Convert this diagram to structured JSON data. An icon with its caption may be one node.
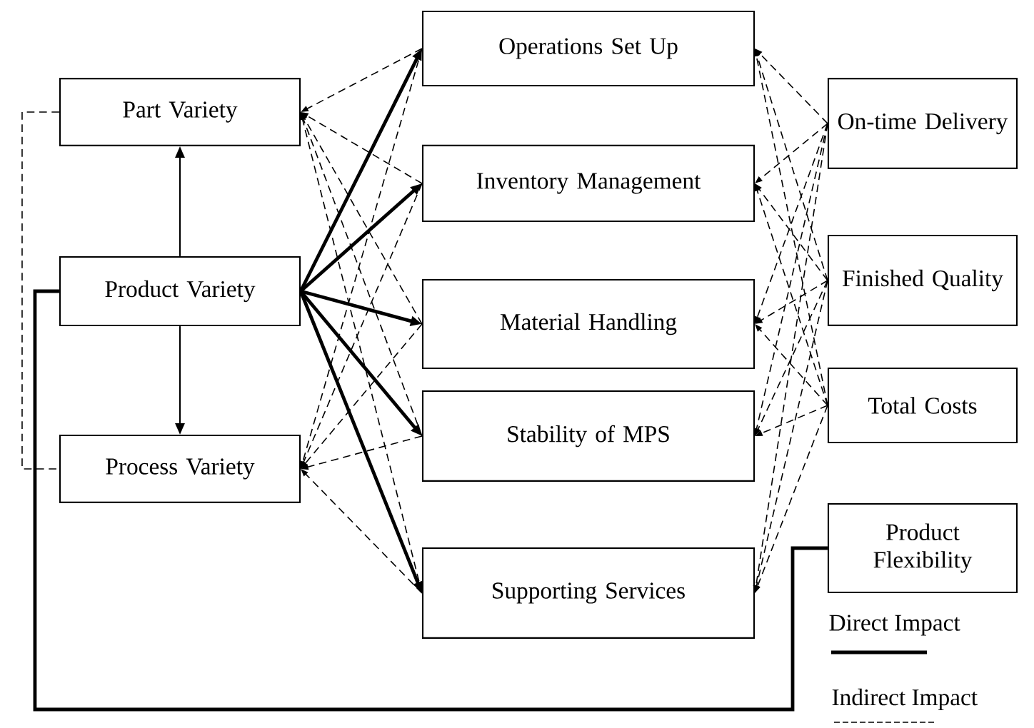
{
  "diagram": {
    "nodes": [
      {
        "text": [
          "Part Variety"
        ]
      },
      {
        "text": [
          "Product Variety"
        ]
      },
      {
        "text": [
          "Process Variety"
        ]
      },
      {
        "text": [
          "Operations Set Up"
        ]
      },
      {
        "text": [
          "Inventory Management"
        ]
      },
      {
        "text": [
          "Material Handling"
        ]
      },
      {
        "text": [
          "Stability of MPS"
        ]
      },
      {
        "text": [
          "Supporting Services"
        ]
      },
      {
        "text": [
          "On-time Delivery"
        ]
      },
      {
        "text": [
          "Finished Quality"
        ]
      },
      {
        "text": [
          "Total Costs"
        ]
      },
      {
        "text": [
          "Product Flexibility"
        ]
      }
    ],
    "edges": [
      {
        "from": 1,
        "to": 0,
        "arrow": "to"
      },
      {
        "from": 1,
        "to": 2,
        "arrow": "to"
      },
      {
        "from": 0,
        "to": 2,
        "arrow": "none",
        "style": "dashed"
      },
      {
        "from": 1,
        "to": 3,
        "arrow": "to",
        "style": "thick"
      },
      {
        "from": 1,
        "to": 4,
        "arrow": "to",
        "style": "thick"
      },
      {
        "from": 1,
        "to": 5,
        "arrow": "to",
        "style": "thick"
      },
      {
        "from": 1,
        "to": 6,
        "arrow": "to",
        "style": "thick"
      },
      {
        "from": 1,
        "to": 7,
        "arrow": "to",
        "style": "thick"
      },
      {
        "from": 1,
        "to": 11,
        "arrow": "none",
        "style": "thick"
      },
      {
        "from": 3,
        "to": 0,
        "arrow": "to",
        "style": "dashed"
      },
      {
        "from": 4,
        "to": 0,
        "arrow": "to",
        "style": "dashed"
      },
      {
        "from": 5,
        "to": 0,
        "arrow": "to",
        "style": "dashed"
      },
      {
        "from": 6,
        "to": 0,
        "arrow": "to",
        "style": "dashed"
      },
      {
        "from": 7,
        "to": 0,
        "arrow": "to",
        "style": "dashed"
      },
      {
        "from": 3,
        "to": 2,
        "arrow": "to",
        "style": "dashed"
      },
      {
        "from": 4,
        "to": 2,
        "arrow": "to",
        "style": "dashed"
      },
      {
        "from": 5,
        "to": 2,
        "arrow": "to",
        "style": "dashed"
      },
      {
        "from": 6,
        "to": 2,
        "arrow": "to",
        "style": "dashed"
      },
      {
        "from": 7,
        "to": 2,
        "arrow": "to",
        "style": "dashed"
      },
      {
        "from": 8,
        "to": 3,
        "arrow": "to",
        "style": "dashed"
      },
      {
        "from": 8,
        "to": 4,
        "arrow": "to",
        "style": "dashed"
      },
      {
        "from": 8,
        "to": 5,
        "arrow": "to",
        "style": "dashed"
      },
      {
        "from": 8,
        "to": 6,
        "arrow": "to",
        "style": "dashed"
      },
      {
        "from": 8,
        "to": 7,
        "arrow": "to",
        "style": "dashed"
      },
      {
        "from": 9,
        "to": 3,
        "arrow": "to",
        "style": "dashed"
      },
      {
        "from": 9,
        "to": 4,
        "arrow": "to",
        "style": "dashed"
      },
      {
        "from": 9,
        "to": 5,
        "arrow": "to",
        "style": "dashed"
      },
      {
        "from": 9,
        "to": 6,
        "arrow": "to",
        "style": "dashed"
      },
      {
        "from": 9,
        "to": 7,
        "arrow": "to",
        "style": "dashed"
      },
      {
        "from": 10,
        "to": 3,
        "arrow": "to",
        "style": "dashed"
      },
      {
        "from": 10,
        "to": 4,
        "arrow": "to",
        "style": "dashed"
      },
      {
        "from": 10,
        "to": 5,
        "arrow": "to",
        "style": "dashed"
      },
      {
        "from": 10,
        "to": 6,
        "arrow": "to",
        "style": "dashed"
      },
      {
        "from": 10,
        "to": 7,
        "arrow": "to",
        "style": "dashed"
      }
    ],
    "legend": [
      {
        "text": "Direct Impact"
      },
      {
        "text": "Indirect Impact"
      }
    ]
  }
}
